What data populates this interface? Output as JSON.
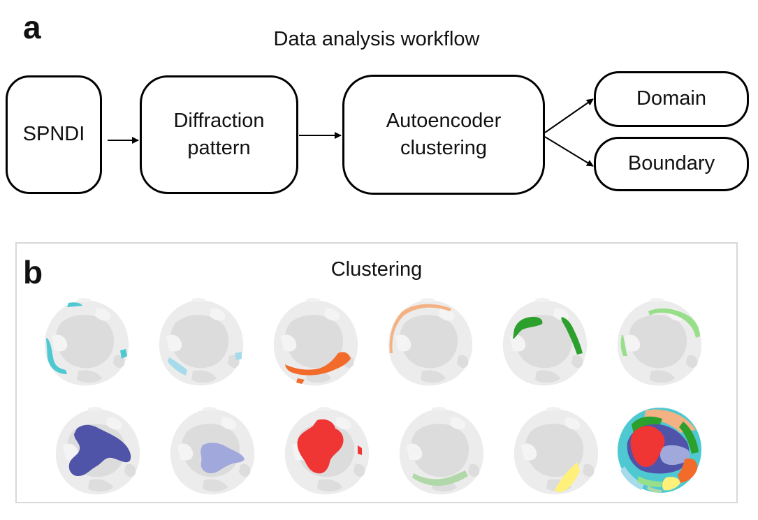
{
  "panel_a": {
    "letter": "a",
    "title": "Data analysis workflow",
    "nodes": {
      "spndi": "SPNDI",
      "diffraction": "Diffraction\npattern",
      "autoencoder": "Autoencoder\nclustering",
      "domain": "Domain",
      "boundary": "Boundary"
    }
  },
  "panel_b": {
    "letter": "b",
    "title": "Clustering",
    "colors": {
      "base_light": "#ebebeb",
      "base_mid": "#d9d9d9",
      "cyan": "#4fc9d1",
      "light_blue": "#a6dbeb",
      "orange": "#f26b2a",
      "peach": "#f4b183",
      "green": "#2ca02c",
      "light_green": "#98df8a",
      "indigo": "#5054a8",
      "periwinkle": "#a1a8dc",
      "red": "#f03535",
      "sage": "#b0d8a8",
      "yellow": "#fff07a"
    }
  }
}
